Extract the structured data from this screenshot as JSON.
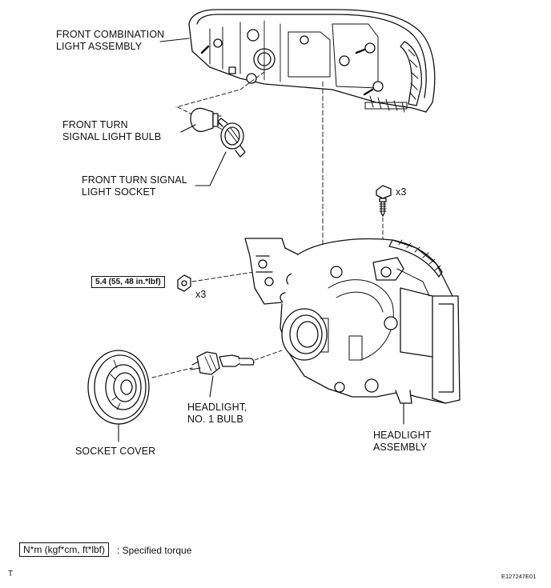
{
  "labels": {
    "front_combination": "FRONT COMBINATION\nLIGHT ASSEMBLY",
    "turn_bulb": "FRONT TURN\nSIGNAL LIGHT BULB",
    "turn_socket": "FRONT TURN SIGNAL\nLIGHT SOCKET",
    "headlight_bulb": "HEADLIGHT,\nNO. 1 BULB",
    "socket_cover": "SOCKET COVER",
    "headlight_assembly": "HEADLIGHT\nASSEMBLY",
    "screw_qty": "x3",
    "nut_qty": "x3"
  },
  "torque": {
    "value": "5.4 (55, 48 in.*lbf)"
  },
  "legend": {
    "box": "N*m (kgf*cm, ft*lbf)",
    "text": ": Specified torque"
  },
  "footer": {
    "left_mark": "T",
    "figure_id": "E127247E01"
  }
}
